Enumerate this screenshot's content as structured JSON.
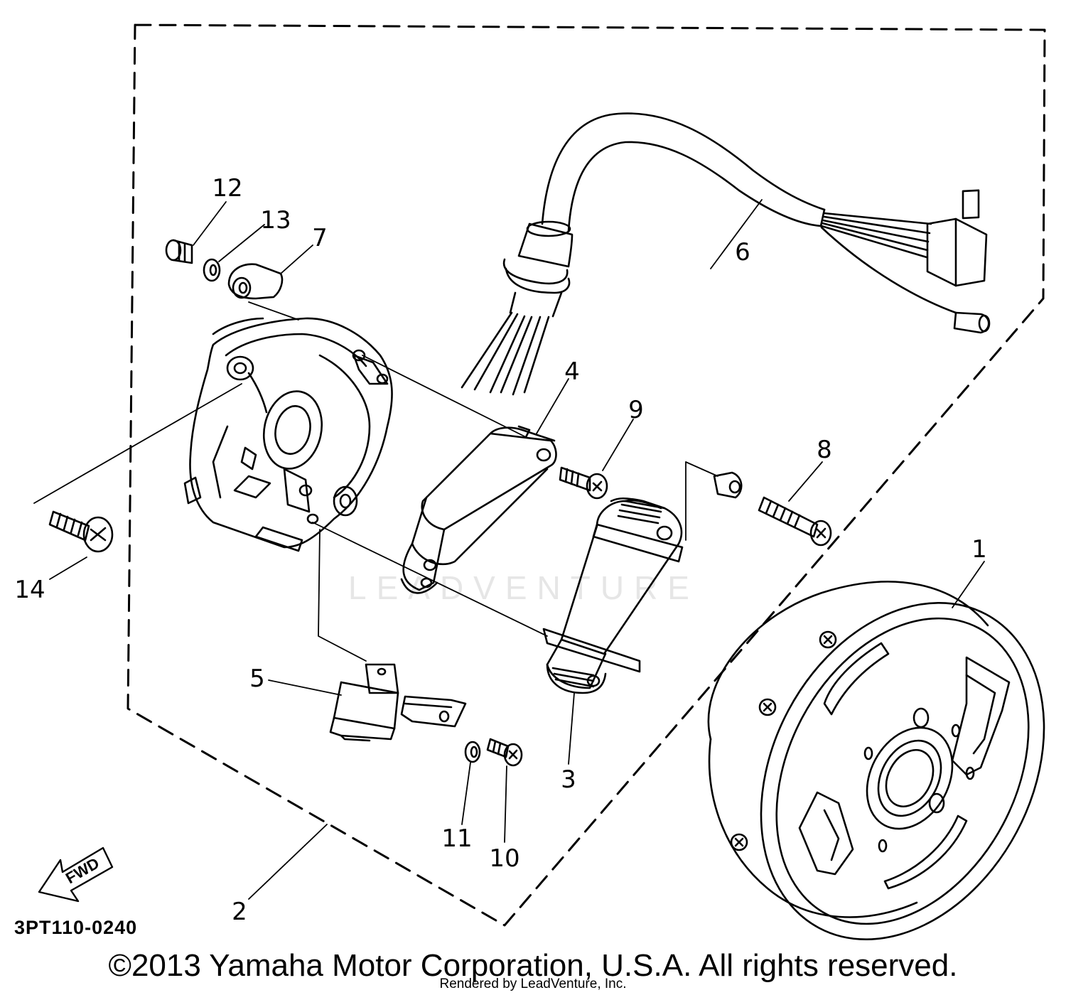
{
  "diagram": {
    "code": "3PT110-0240",
    "copyright": "©2013 Yamaha Motor Corporation, U.S.A. All rights reserved.",
    "rendered_by": "Rendered by LeadVenture, Inc.",
    "watermark": "LEADVENTURE",
    "fwd_label": "FWD"
  },
  "callouts": [
    {
      "id": "1",
      "label": "1"
    },
    {
      "id": "2",
      "label": "2"
    },
    {
      "id": "3",
      "label": "3"
    },
    {
      "id": "4",
      "label": "4"
    },
    {
      "id": "5",
      "label": "5"
    },
    {
      "id": "6",
      "label": "6"
    },
    {
      "id": "7",
      "label": "7"
    },
    {
      "id": "8",
      "label": "8"
    },
    {
      "id": "9",
      "label": "9"
    },
    {
      "id": "10",
      "label": "10"
    },
    {
      "id": "11",
      "label": "11"
    },
    {
      "id": "12",
      "label": "12"
    },
    {
      "id": "13",
      "label": "13"
    },
    {
      "id": "14",
      "label": "14"
    }
  ]
}
